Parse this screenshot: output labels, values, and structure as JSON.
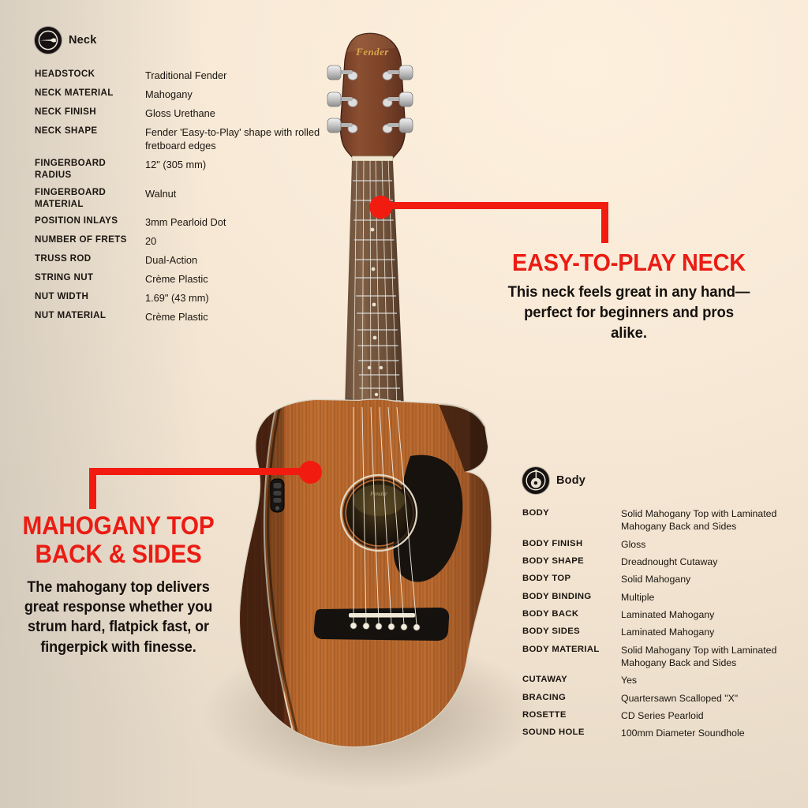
{
  "background": {
    "accent_red": "#f21b10",
    "paper": "#f6e9d6",
    "ink": "#1b1510"
  },
  "sections": {
    "neck": {
      "icon": "guitar-neck-icon",
      "title": "Neck",
      "rows": [
        {
          "label": "HEADSTOCK",
          "value": "Traditional Fender"
        },
        {
          "label": "NECK MATERIAL",
          "value": "Mahogany"
        },
        {
          "label": "NECK FINISH",
          "value": "Gloss Urethane"
        },
        {
          "label": "NECK SHAPE",
          "value": "Fender   'Easy-to-Play' shape with rolled fretboard edges"
        },
        {
          "label": "FINGERBOARD RADIUS",
          "value": "12\" (305 mm)"
        },
        {
          "label": "FINGERBOARD MATERIAL",
          "value": "Walnut"
        },
        {
          "label": "POSITION INLAYS",
          "value": "3mm Pearloid Dot"
        },
        {
          "label": "NUMBER OF FRETS",
          "value": "20"
        },
        {
          "label": "TRUSS ROD",
          "value": "Dual-Action"
        },
        {
          "label": "STRING NUT",
          "value": "Crème Plastic"
        },
        {
          "label": "NUT WIDTH",
          "value": "1.69\" (43 mm)"
        },
        {
          "label": "NUT MATERIAL",
          "value": "Crème Plastic"
        }
      ]
    },
    "body": {
      "icon": "guitar-body-icon",
      "title": "Body",
      "rows": [
        {
          "label": "BODY",
          "value": "Solid Mahogany Top with Laminated Mahogany Back and Sides"
        },
        {
          "label": "BODY FINISH",
          "value": "Gloss"
        },
        {
          "label": "BODY SHAPE",
          "value": "Dreadnought Cutaway"
        },
        {
          "label": "BODY TOP",
          "value": "Solid Mahogany"
        },
        {
          "label": "BODY BINDING",
          "value": "Multiple"
        },
        {
          "label": "BODY BACK",
          "value": "Laminated Mahogany"
        },
        {
          "label": "BODY SIDES",
          "value": "Laminated Mahogany"
        },
        {
          "label": "BODY MATERIAL",
          "value": "Solid Mahogany Top with Laminated Mahogany Back and Sides"
        },
        {
          "label": "CUTAWAY",
          "value": "Yes"
        },
        {
          "label": "BRACING",
          "value": "Quartersawn Scalloped \"X\""
        },
        {
          "label": "ROSETTE",
          "value": "CD Series Pearloid"
        },
        {
          "label": "SOUND HOLE",
          "value": "100mm Diameter Soundhole"
        }
      ]
    }
  },
  "callouts": {
    "neck": {
      "title": "EASY-TO-PLAY NECK",
      "body": "This neck feels great in any hand—perfect for beginners and pros alike."
    },
    "mahogany": {
      "title_line1": "MAHOGANY TOP",
      "title_line2": "BACK & SIDES",
      "body": "The mahogany top delivers great response whether you strum hard, flatpick fast, or fingerpick with finesse."
    }
  },
  "product": {
    "brand_logo": "Fender",
    "instrument": "acoustic-electric-dreadnought-cutaway-guitar"
  }
}
